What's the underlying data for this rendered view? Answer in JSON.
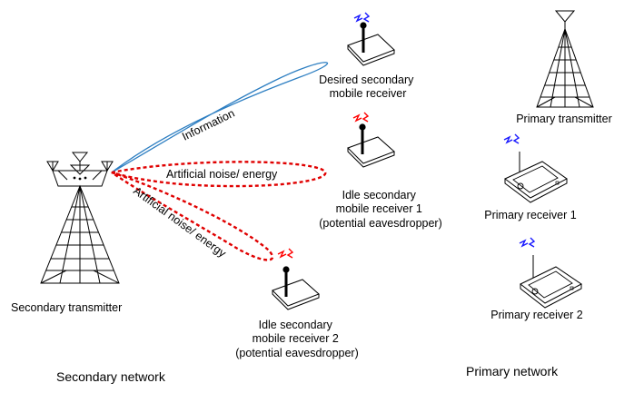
{
  "labels": {
    "desired_receiver": [
      "Desired secondary",
      "mobile receiver"
    ],
    "idle_receiver_1": [
      "Idle secondary",
      "mobile receiver 1",
      "(potential eavesdropper)"
    ],
    "idle_receiver_2": [
      "Idle secondary",
      "mobile receiver 2",
      "(potential eavesdropper)"
    ],
    "primary_transmitter": "Primary transmitter",
    "primary_receiver_1": "Primary receiver 1",
    "primary_receiver_2": "Primary receiver 2",
    "secondary_transmitter": "Secondary transmitter",
    "secondary_network": "Secondary network",
    "primary_network": "Primary network"
  },
  "beams": {
    "information": "Information",
    "artificial_noise_1": "Artificial noise/ energy",
    "artificial_noise_2": "Artificial noise/ energy"
  },
  "colors": {
    "information_beam": "#2e7fc2",
    "noise_beam": "#e00000",
    "signal_blue": "#1a1aff",
    "signal_red": "#ff0000",
    "line": "#000000"
  },
  "icons": {
    "secondary_transmitter": "tower-with-three-antennas",
    "primary_transmitter": "lattice-tower",
    "mobile_receivers": "handheld-device",
    "signal": "lightning-signal"
  }
}
